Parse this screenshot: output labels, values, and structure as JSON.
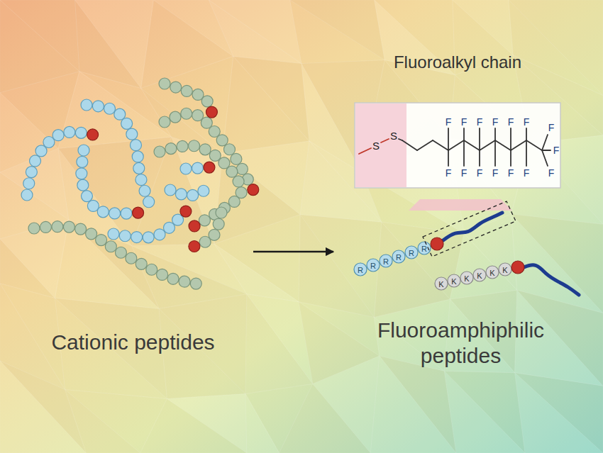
{
  "diagram": {
    "nodes": [
      {
        "text": [
          "Cationic peptides"
        ]
      },
      {
        "text": [
          "Fluoroamphiphilic peptides"
        ]
      }
    ],
    "edges": [
      {
        "from": 0,
        "to": 1,
        "arrow": "to"
      }
    ],
    "labels": [
      "Fluoroalkyl chain",
      "S",
      "S",
      "F",
      "F",
      "F",
      "F",
      "F",
      "F",
      "F",
      "F",
      "F",
      "F",
      "F",
      "F",
      "F",
      "F",
      "F",
      "R",
      "R",
      "R",
      "R",
      "R",
      "R",
      "K",
      "K",
      "K",
      "K",
      "K",
      "K"
    ]
  }
}
